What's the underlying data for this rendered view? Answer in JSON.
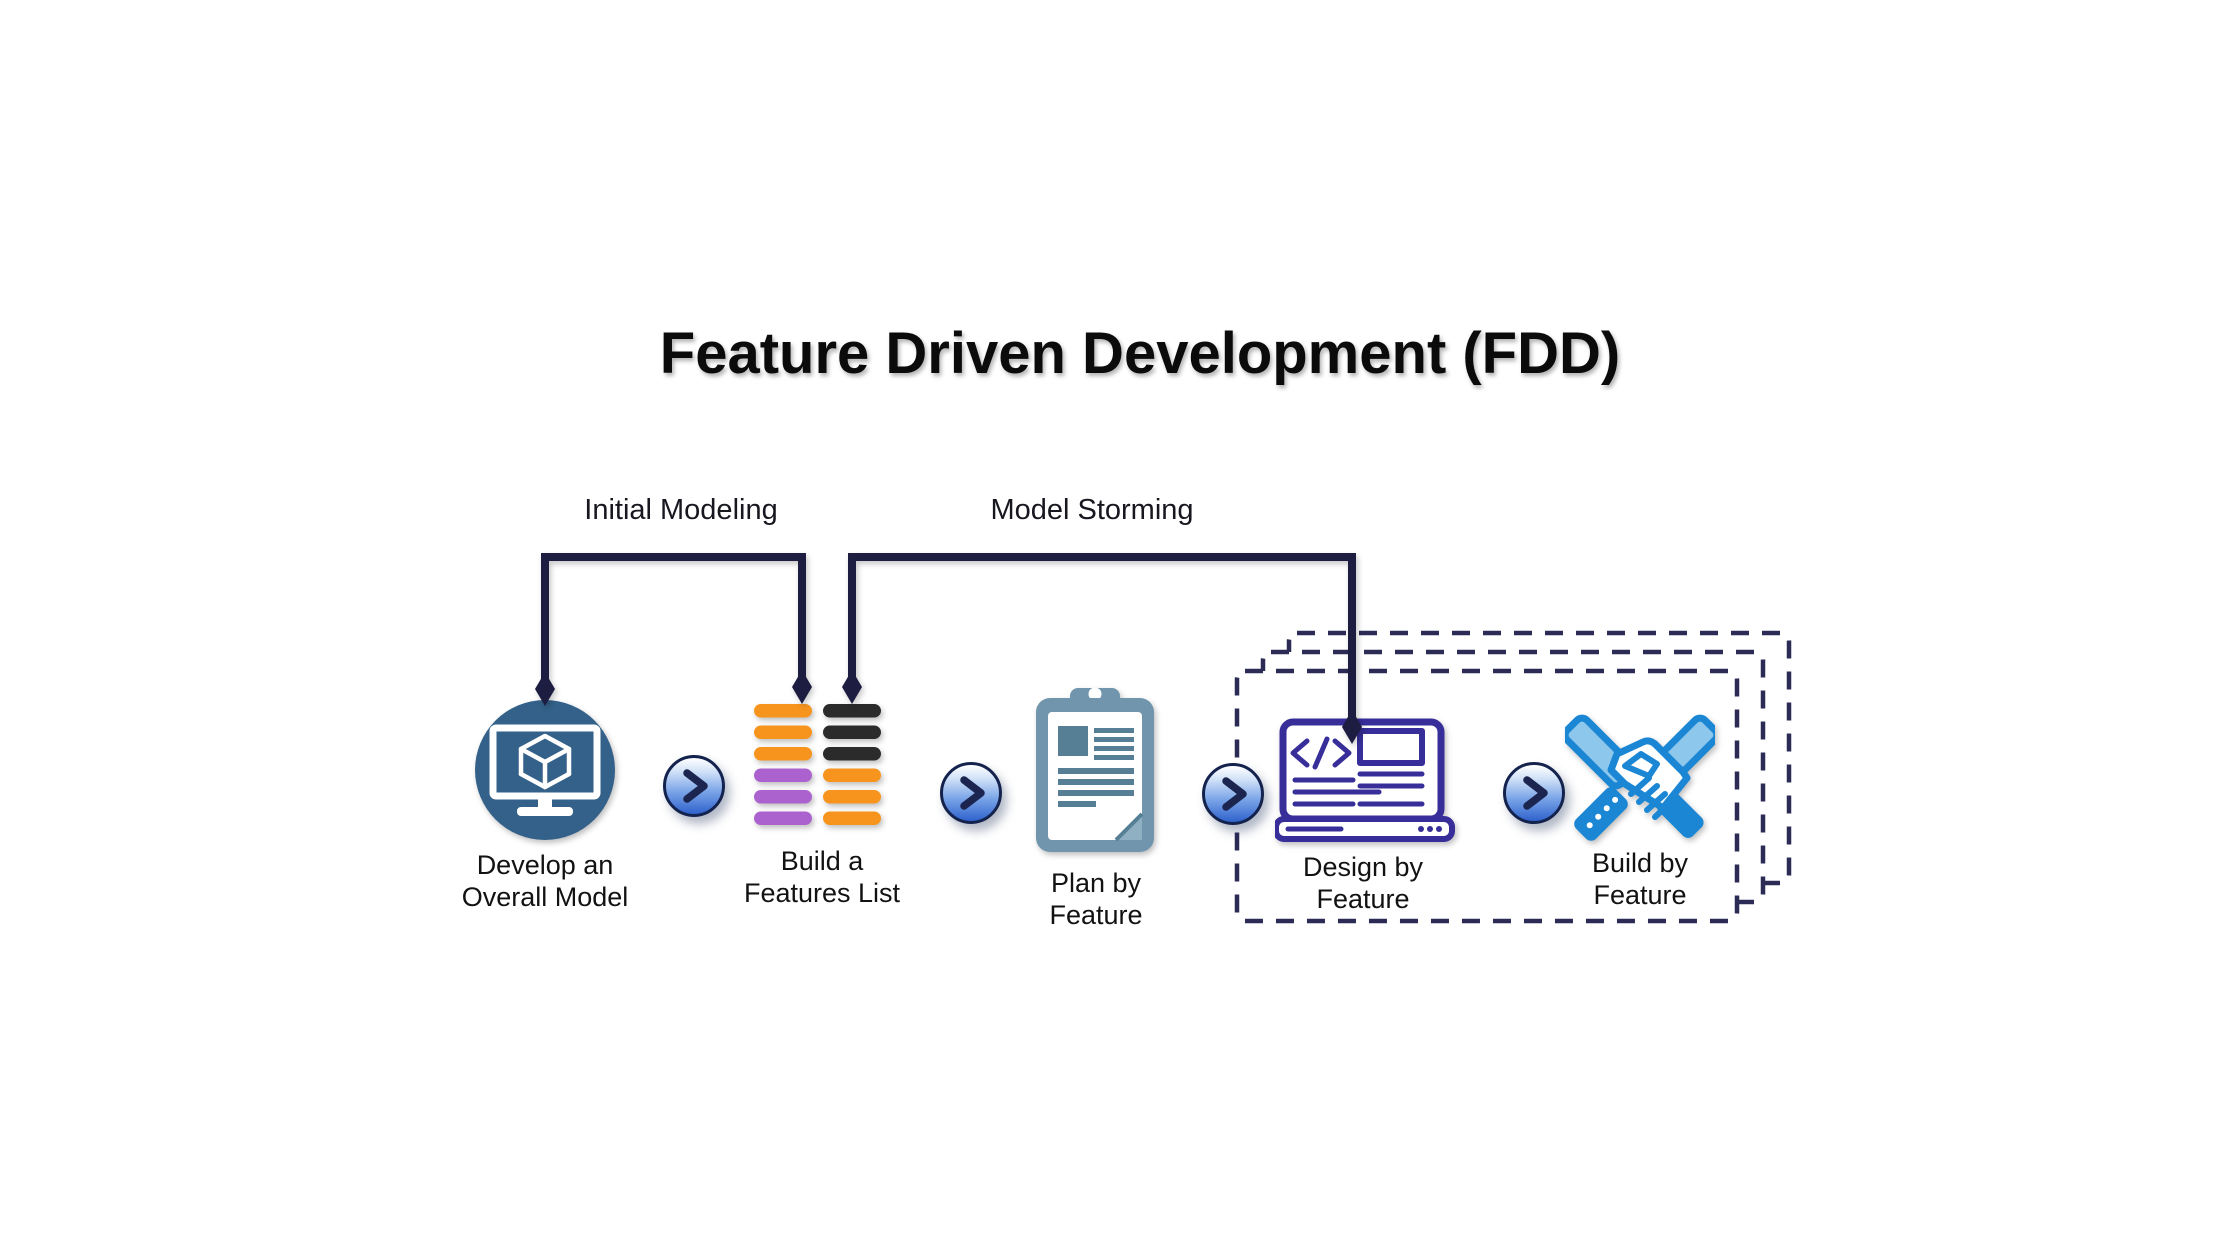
{
  "title": "Feature Driven Development (FDD)",
  "connectors": [
    {
      "label": "Initial Modeling",
      "from": "Develop an Overall Model",
      "to": "Build a Features List"
    },
    {
      "label": "Model Storming",
      "from": "Build a Features List",
      "to": "Design by Feature"
    }
  ],
  "stages": [
    {
      "icon": "monitor-cube-icon",
      "label_lines": [
        "Develop an",
        "Overall Model"
      ]
    },
    {
      "icon": "features-list-icon",
      "label_lines": [
        "Build a",
        "Features List"
      ]
    },
    {
      "icon": "clipboard-icon",
      "label_lines": [
        "Plan by",
        "Feature"
      ]
    },
    {
      "icon": "laptop-code-icon",
      "label_lines": [
        "Design by",
        "Feature"
      ]
    },
    {
      "icon": "handshake-icon",
      "label_lines": [
        "Build by",
        "Feature"
      ]
    }
  ],
  "arrows_between_stages": 4,
  "iteration_box": {
    "style": "dashed",
    "layers": 3,
    "contains": [
      "Design by Feature",
      "Build by Feature"
    ]
  },
  "colors": {
    "background": "#ffffff",
    "connector_line": "#1d1d42",
    "dashed_box": "#2b2b55",
    "stage_circle": "#336189",
    "clipboard_frame": "#7095ac",
    "clipboard_content": "#567f96",
    "laptop_indigo": "#372e99",
    "handshake_blue": "#1b87d4",
    "handshake_light_blue": "#8ec7ec",
    "bar_orange": "#f7941e",
    "bar_purple": "#ab62ce",
    "bar_black": "#2b2b2b",
    "arrow_chevron": "#1b2550",
    "arrow_fill_bottom": "#2f62cc"
  }
}
